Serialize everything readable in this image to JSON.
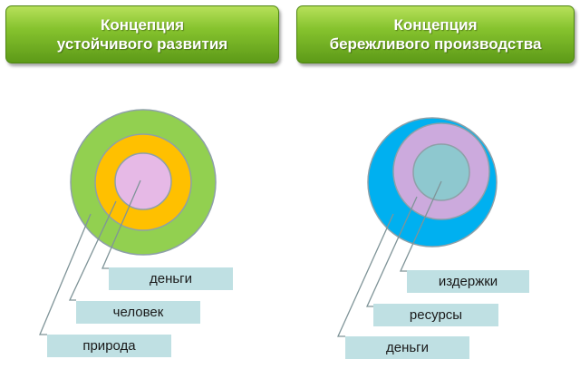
{
  "left_panel": {
    "title_line1": "Концепция",
    "title_line2": "устойчивого развития",
    "colors": {
      "outer": "#92d050",
      "middle": "#ffc000",
      "inner": "#e6b9e6"
    },
    "labels": [
      "деньги",
      "человек",
      "природа"
    ]
  },
  "right_panel": {
    "title_line1": "Концепция",
    "title_line2": "бережливого производства",
    "colors": {
      "outer": "#00b0f0",
      "middle": "#ccaadd",
      "inner": "#8ec8cf"
    },
    "labels": [
      "издержки",
      "ресурсы",
      "деньги"
    ]
  },
  "label_box_color": "#bfe0e3"
}
